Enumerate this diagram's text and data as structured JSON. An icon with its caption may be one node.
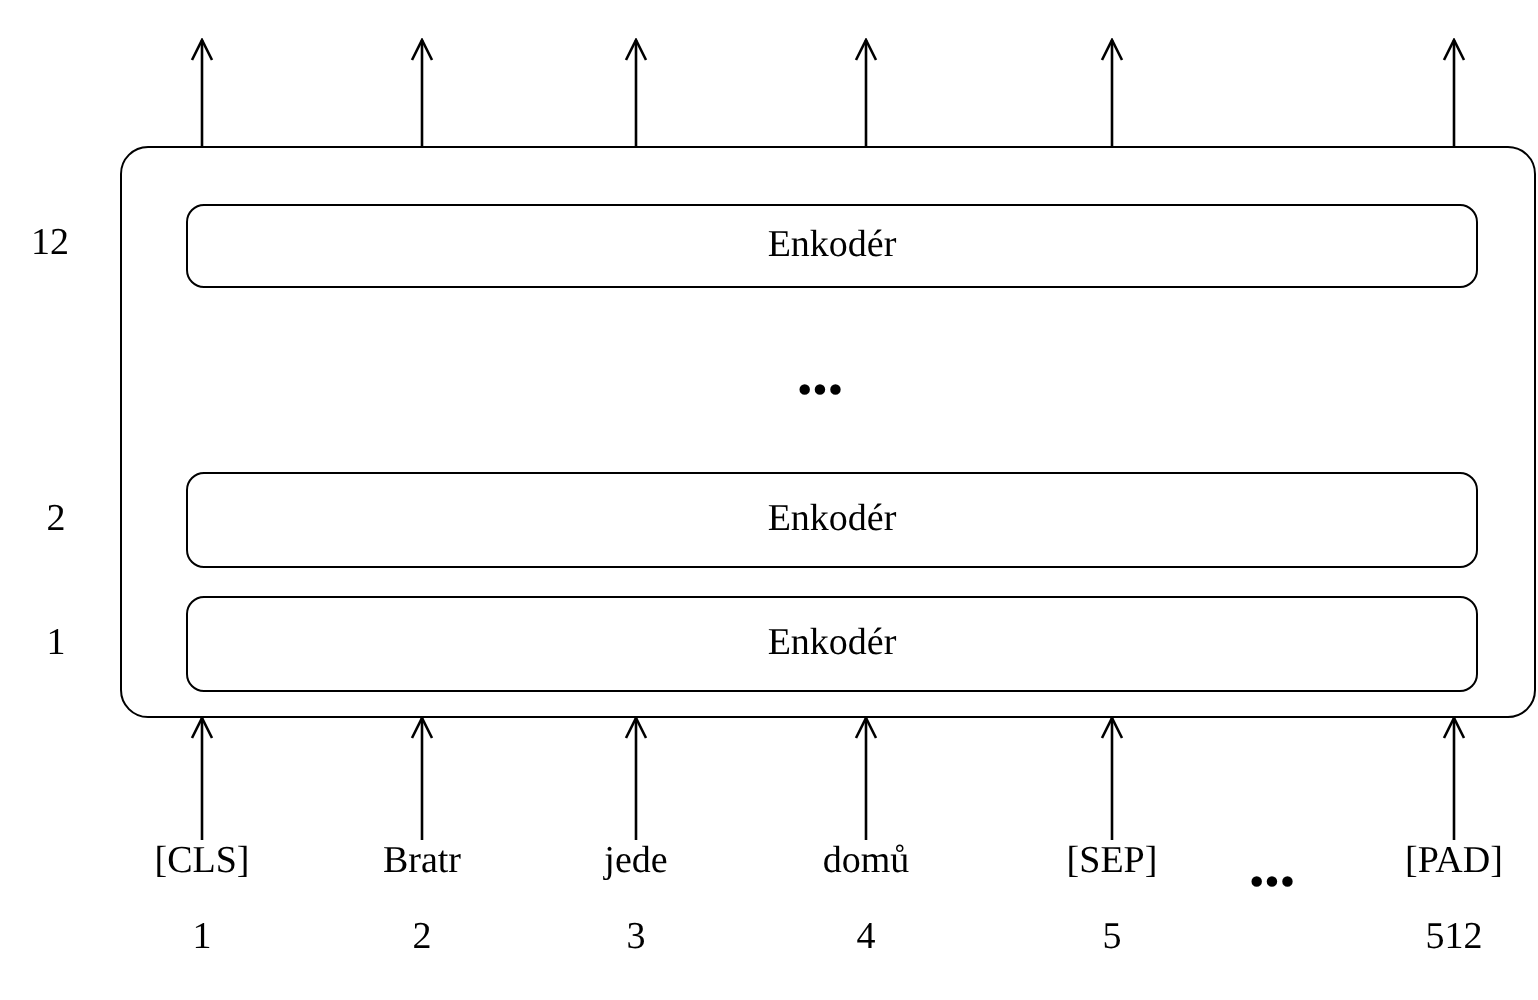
{
  "diagram": {
    "nodes": [
      {
        "text": [],
        "shape": "box"
      },
      {
        "text": [
          "Enkodér"
        ],
        "in": 0
      },
      {
        "text": [
          "Enkodér"
        ],
        "in": 0
      },
      {
        "text": [
          "Enkodér"
        ],
        "in": 0
      },
      {
        "text": [
          "[CLS]"
        ],
        "beside": [
          "1"
        ]
      },
      {
        "text": [
          "Bratr"
        ],
        "beside": [
          "2"
        ]
      },
      {
        "text": [
          "jede"
        ],
        "beside": [
          "3"
        ]
      },
      {
        "text": [
          "domů"
        ],
        "beside": [
          "4"
        ]
      },
      {
        "text": [
          "[SEP]"
        ],
        "beside": [
          "5"
        ]
      },
      {
        "text": [
          "[PAD]"
        ],
        "beside": [
          "512"
        ]
      }
    ],
    "edges": [
      {
        "from": 0,
        "to": null,
        "arrow": "to"
      },
      {
        "from": 0,
        "to": null,
        "arrow": "to"
      },
      {
        "from": 0,
        "to": null,
        "arrow": "to"
      },
      {
        "from": 0,
        "to": null,
        "arrow": "to"
      },
      {
        "from": 0,
        "to": null,
        "arrow": "to"
      },
      {
        "from": 0,
        "to": null,
        "arrow": "to"
      },
      {
        "from": 4,
        "to": 0,
        "arrow": "to"
      },
      {
        "from": 5,
        "to": 0,
        "arrow": "to"
      },
      {
        "from": 6,
        "to": 0,
        "arrow": "to"
      },
      {
        "from": 7,
        "to": 0,
        "arrow": "to"
      },
      {
        "from": 8,
        "to": 0,
        "arrow": "to"
      },
      {
        "from": 9,
        "to": 0,
        "arrow": "to"
      }
    ],
    "labels": [
      "12",
      "•••",
      "2",
      "1",
      "•••"
    ]
  }
}
